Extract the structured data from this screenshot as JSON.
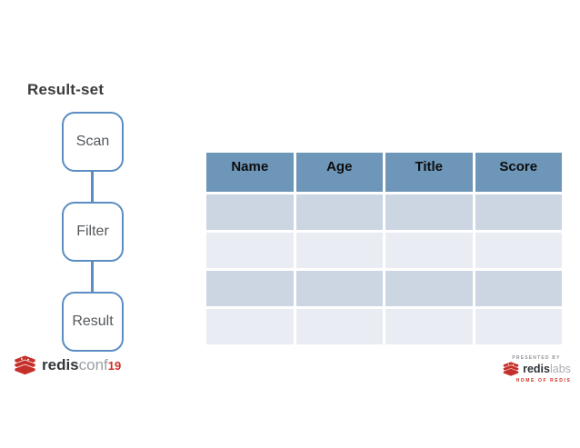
{
  "slide": {
    "title": "Result-set"
  },
  "flow": {
    "nodes": [
      {
        "label": "Scan"
      },
      {
        "label": "Filter"
      },
      {
        "label": "Result"
      }
    ]
  },
  "table": {
    "columns": [
      "Name",
      "Age",
      "Title",
      "Score"
    ],
    "rows": [
      [
        "",
        "",
        "",
        ""
      ],
      [
        "",
        "",
        "",
        ""
      ],
      [
        "",
        "",
        "",
        ""
      ],
      [
        "",
        "",
        "",
        ""
      ]
    ]
  },
  "branding": {
    "conf": {
      "redis": "redis",
      "conf": "conf",
      "year": "19"
    },
    "labs": {
      "presented_by": "PRESENTED BY",
      "redis": "redis",
      "labs": "labs",
      "tagline": "HOME OF REDIS"
    }
  },
  "colors": {
    "node_border_blue": "#5b8dc3",
    "node_text_gray": "#54585c",
    "table_header_blue": "#6d96b8",
    "table_row_dark": "#ccd5e2",
    "table_row_light": "#e9ecf3",
    "redis_logo_red": "#c6302b",
    "accent_red": "#d22c22"
  }
}
